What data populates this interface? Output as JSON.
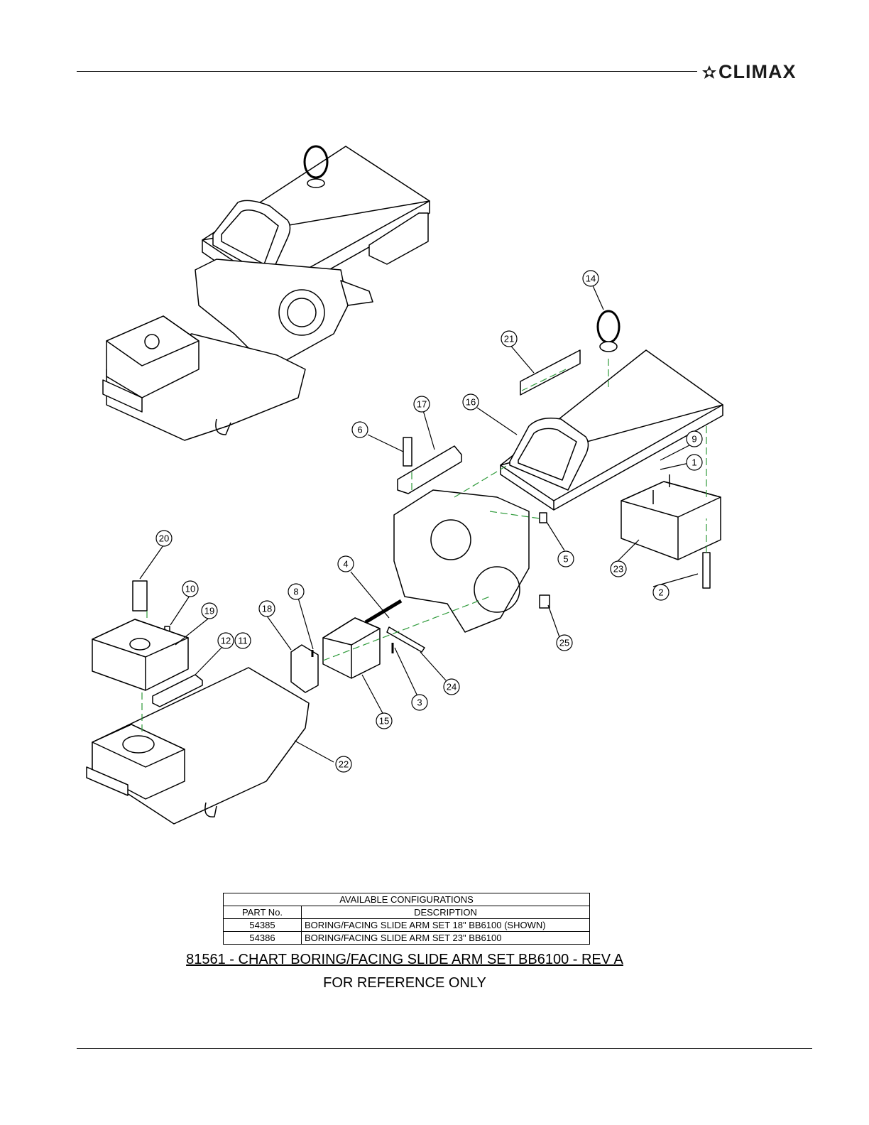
{
  "header": {
    "logo_text": "CLIMAX",
    "logo_icon": "climax-star-icon"
  },
  "callouts": [
    "1",
    "2",
    "3",
    "4",
    "5",
    "6",
    "8",
    "9",
    "10",
    "11",
    "12",
    "14",
    "15",
    "16",
    "17",
    "18",
    "19",
    "20",
    "21",
    "22",
    "23",
    "24",
    "25"
  ],
  "table": {
    "title": "AVAILABLE CONFIGURATIONS",
    "columns": [
      "PART No.",
      "DESCRIPTION"
    ],
    "rows": [
      {
        "part": "54385",
        "description": "BORING/FACING SLIDE ARM SET 18\" BB6100 (SHOWN)"
      },
      {
        "part": "54386",
        "description": "BORING/FACING SLIDE ARM SET 23\" BB6100"
      }
    ]
  },
  "chart_title": "81561 - CHART BORING/FACING SLIDE ARM SET BB6100 - REV A",
  "reference_note": "FOR REFERENCE ONLY",
  "colors": {
    "line": "#000000",
    "leader_dash": "#2e9a3a",
    "logo": "#1b1b1b"
  }
}
